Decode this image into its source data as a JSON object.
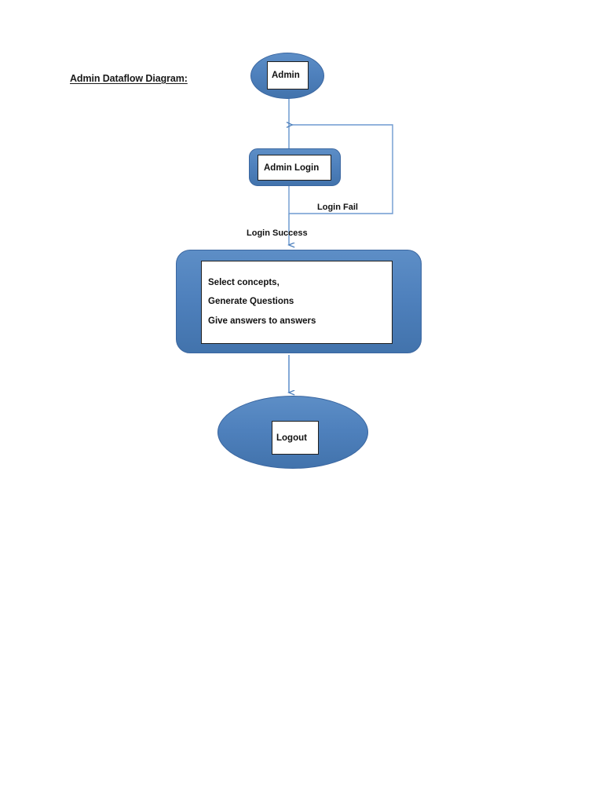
{
  "page": {
    "title": "Admin Dataflow Diagram:",
    "background_color": "#ffffff"
  },
  "theme": {
    "shape_fill": "#4f81bd",
    "shape_stroke": "#3a66a0",
    "connector_color": "#4f81bd",
    "text_color": "#111111",
    "inner_box_fill": "#ffffff",
    "inner_box_stroke": "#1f1f1f"
  },
  "diagram": {
    "type": "flowchart",
    "nodes": [
      {
        "id": "admin",
        "shape": "ellipse",
        "label": "Admin"
      },
      {
        "id": "admin-login",
        "shape": "rounded-rectangle",
        "label": "Admin Login"
      },
      {
        "id": "process",
        "shape": "rounded-rectangle",
        "lines": [
          "Select concepts,",
          "Generate Questions",
          "Give answers to answers"
        ]
      },
      {
        "id": "logout",
        "shape": "ellipse",
        "label": "Logout"
      }
    ],
    "edges": [
      {
        "id": "admin-to-login",
        "from": "admin",
        "to": "admin-login",
        "label": ""
      },
      {
        "id": "login-fail",
        "from": "admin-login",
        "to": "admin-login",
        "label": "Login Fail"
      },
      {
        "id": "login-success",
        "from": "admin-login",
        "to": "process",
        "label": "Login Success"
      },
      {
        "id": "process-to-logout",
        "from": "process",
        "to": "logout",
        "label": ""
      }
    ]
  }
}
